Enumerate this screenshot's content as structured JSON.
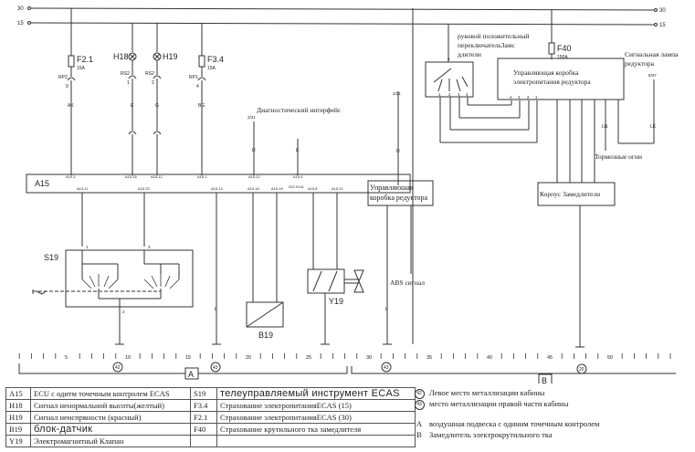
{
  "rails": {
    "top_left": "30",
    "second_left": "15",
    "top_right": "30",
    "second_right": "15"
  },
  "fuses": [
    {
      "id": "F2.1",
      "rating": "15A"
    },
    {
      "id": "F3.4",
      "rating": "15A"
    },
    {
      "id": "F40",
      "rating": "150A"
    }
  ],
  "lamps": [
    {
      "id": "H18"
    },
    {
      "id": "H19"
    }
  ],
  "connectors": [
    {
      "id": "RP2",
      "pin": "9",
      "wire": "AK"
    },
    {
      "id": "RS2",
      "pin": "1",
      "wire": "E"
    },
    {
      "id": "RS2",
      "pin": "2",
      "wire": "G"
    },
    {
      "id": "RP1",
      "pin": "4",
      "wire": "BG"
    }
  ],
  "ecu": {
    "label": "A15",
    "top_pins": [
      "A15.3",
      "A15.25",
      "A15.12",
      "A15.1",
      "A15.12",
      "A15.4"
    ],
    "bottom_pins": [
      "A15.11",
      "A15.23",
      "A15.14",
      "A15.18",
      "A15.19",
      "A15.8",
      "A15.21"
    ],
    "iso_label": "ISO 9141"
  },
  "diagnostic": {
    "label": "Диагностический интерфейс",
    "ref": "2/31",
    "wires": [
      "D",
      "E"
    ]
  },
  "manual_switch": {
    "label_line1": "руковой положительный",
    "label_line2": "переключательЗамс",
    "label_line3": "длители",
    "top_pin": "a",
    "pins": [
      "1",
      "2",
      "3",
      "4"
    ]
  },
  "power_box": {
    "label_line1": "Управляющая коробка",
    "label_line2": "электропитания редуктора",
    "pins": [
      "4",
      "3",
      "2",
      "1"
    ]
  },
  "signal_lamp": {
    "label_line1": "Сигнальная лампа",
    "label_line2": "редуктора",
    "ref": "8/37",
    "wire": "LK"
  },
  "brake_lights": {
    "label": "Тормозные огни",
    "wire": "LN"
  },
  "retarder_body": {
    "label": "Корпус Замедлители"
  },
  "gearbox_box": {
    "label_line1": "Управляюшая",
    "label_line2": "коробка редуктора",
    "ref": "2/31",
    "wire": "D"
  },
  "abs": {
    "label": "ABS сигнал",
    "wire": "L"
  },
  "s19": {
    "label": "S19",
    "pins": [
      "1",
      "3",
      "2"
    ]
  },
  "b19": {
    "label": "B19"
  },
  "y19": {
    "label": "Y19"
  },
  "ground_wire_L": "L",
  "scale": {
    "ticks": [
      5,
      10,
      15,
      20,
      25,
      30,
      35,
      40,
      45,
      50
    ],
    "grounds": [
      "42",
      "43",
      "43",
      "20"
    ],
    "sections": [
      "A",
      "B"
    ]
  },
  "legend_table": [
    {
      "code": "A15",
      "desc": "ECU с одитм точечным контролем ECAS",
      "code2": "S19",
      "desc2": "телеуправляемый инструмент    ECAS"
    },
    {
      "code": "H18",
      "desc": "Сигнал ненормальной высоты(желтый)",
      "code2": "F3.4",
      "desc2": "Страхование электропитанияECAS (15)"
    },
    {
      "code": "H19",
      "desc": "Сигнал неиспрвности (красный)",
      "code2": "F2.1",
      "desc2": "Страхование электропитанияECAS (30)"
    },
    {
      "code": "B19",
      "desc": "блок-датчик",
      "code2": "F40",
      "desc2": "Страхование крутильного тка замедлителя"
    },
    {
      "code": "Y19",
      "desc": "Электромагнитный Клапан",
      "code2": "",
      "desc2": ""
    }
  ],
  "notes": [
    {
      "symbol": "42",
      "text": "Левое место металлизации кабины"
    },
    {
      "symbol": "43",
      "text": "место металлизации правой части кабины"
    }
  ],
  "sections_legend": [
    {
      "symbol": "A",
      "text": "воздушная подвеска с одиним точечным контролем"
    },
    {
      "symbol": "B",
      "text": "Замедлитель электрокрутильного тка"
    }
  ]
}
